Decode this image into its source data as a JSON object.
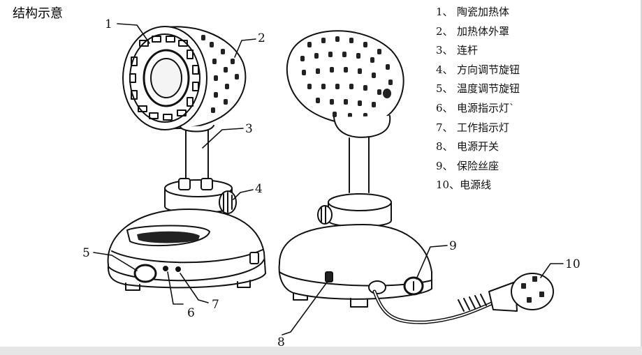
{
  "title": "结构示意",
  "legend": [
    {
      "num": "1、",
      "text": "陶瓷加热体"
    },
    {
      "num": "2、",
      "text": "加热体外罩"
    },
    {
      "num": "3、",
      "text": "连杆"
    },
    {
      "num": "4、",
      "text": "方向调节旋钮"
    },
    {
      "num": "5、",
      "text": "温度调节旋钮"
    },
    {
      "num": "6、",
      "text": "电源指示灯`"
    },
    {
      "num": "7、",
      "text": "工作指示灯"
    },
    {
      "num": "8、",
      "text": "电源开关"
    },
    {
      "num": "9、",
      "text": "保险丝座"
    },
    {
      "num": "10、",
      "text": "电源线"
    }
  ],
  "callouts": [
    "1",
    "2",
    "3",
    "4",
    "5",
    "6",
    "7",
    "8",
    "9",
    "10"
  ]
}
